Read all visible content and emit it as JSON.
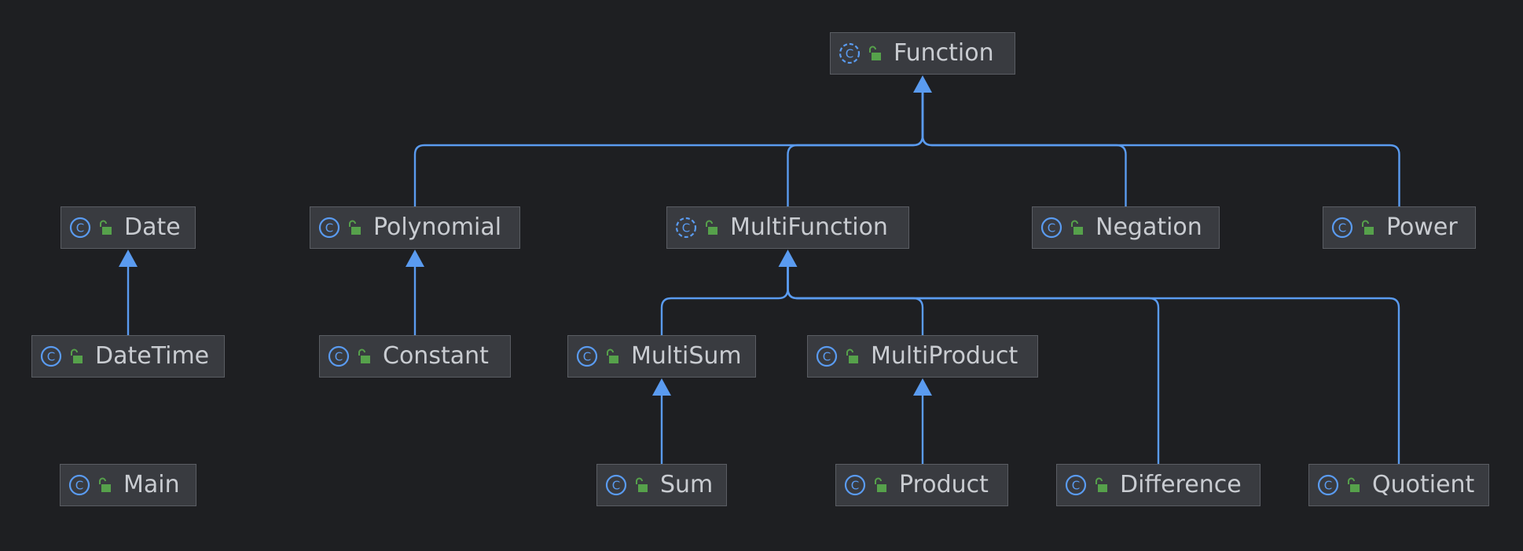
{
  "colors": {
    "background": "#1e1f22",
    "node_fill": "#393b40",
    "node_border": "#5a5d63",
    "text": "#c9ccd1",
    "edge": "#5a9bf0",
    "class_icon": "#5a9bf0",
    "lock_icon": "#56a14b"
  },
  "nodes": {
    "function": {
      "label": "Function",
      "kind": "abstract-class"
    },
    "date": {
      "label": "Date",
      "kind": "class"
    },
    "polynomial": {
      "label": "Polynomial",
      "kind": "class"
    },
    "multifunction": {
      "label": "MultiFunction",
      "kind": "abstract-class"
    },
    "negation": {
      "label": "Negation",
      "kind": "class"
    },
    "power": {
      "label": "Power",
      "kind": "class"
    },
    "datetime": {
      "label": "DateTime",
      "kind": "class"
    },
    "constant": {
      "label": "Constant",
      "kind": "class"
    },
    "multisum": {
      "label": "MultiSum",
      "kind": "class"
    },
    "multiproduct": {
      "label": "MultiProduct",
      "kind": "class"
    },
    "main": {
      "label": "Main",
      "kind": "class"
    },
    "sum": {
      "label": "Sum",
      "kind": "class"
    },
    "product": {
      "label": "Product",
      "kind": "class"
    },
    "difference": {
      "label": "Difference",
      "kind": "class"
    },
    "quotient": {
      "label": "Quotient",
      "kind": "class"
    }
  },
  "edges": [
    {
      "from": "polynomial",
      "to": "function"
    },
    {
      "from": "multifunction",
      "to": "function"
    },
    {
      "from": "negation",
      "to": "function"
    },
    {
      "from": "power",
      "to": "function"
    },
    {
      "from": "datetime",
      "to": "date"
    },
    {
      "from": "constant",
      "to": "polynomial"
    },
    {
      "from": "multisum",
      "to": "multifunction"
    },
    {
      "from": "multiproduct",
      "to": "multifunction"
    },
    {
      "from": "difference",
      "to": "multifunction"
    },
    {
      "from": "quotient",
      "to": "multifunction"
    },
    {
      "from": "sum",
      "to": "multisum"
    },
    {
      "from": "product",
      "to": "multiproduct"
    }
  ]
}
